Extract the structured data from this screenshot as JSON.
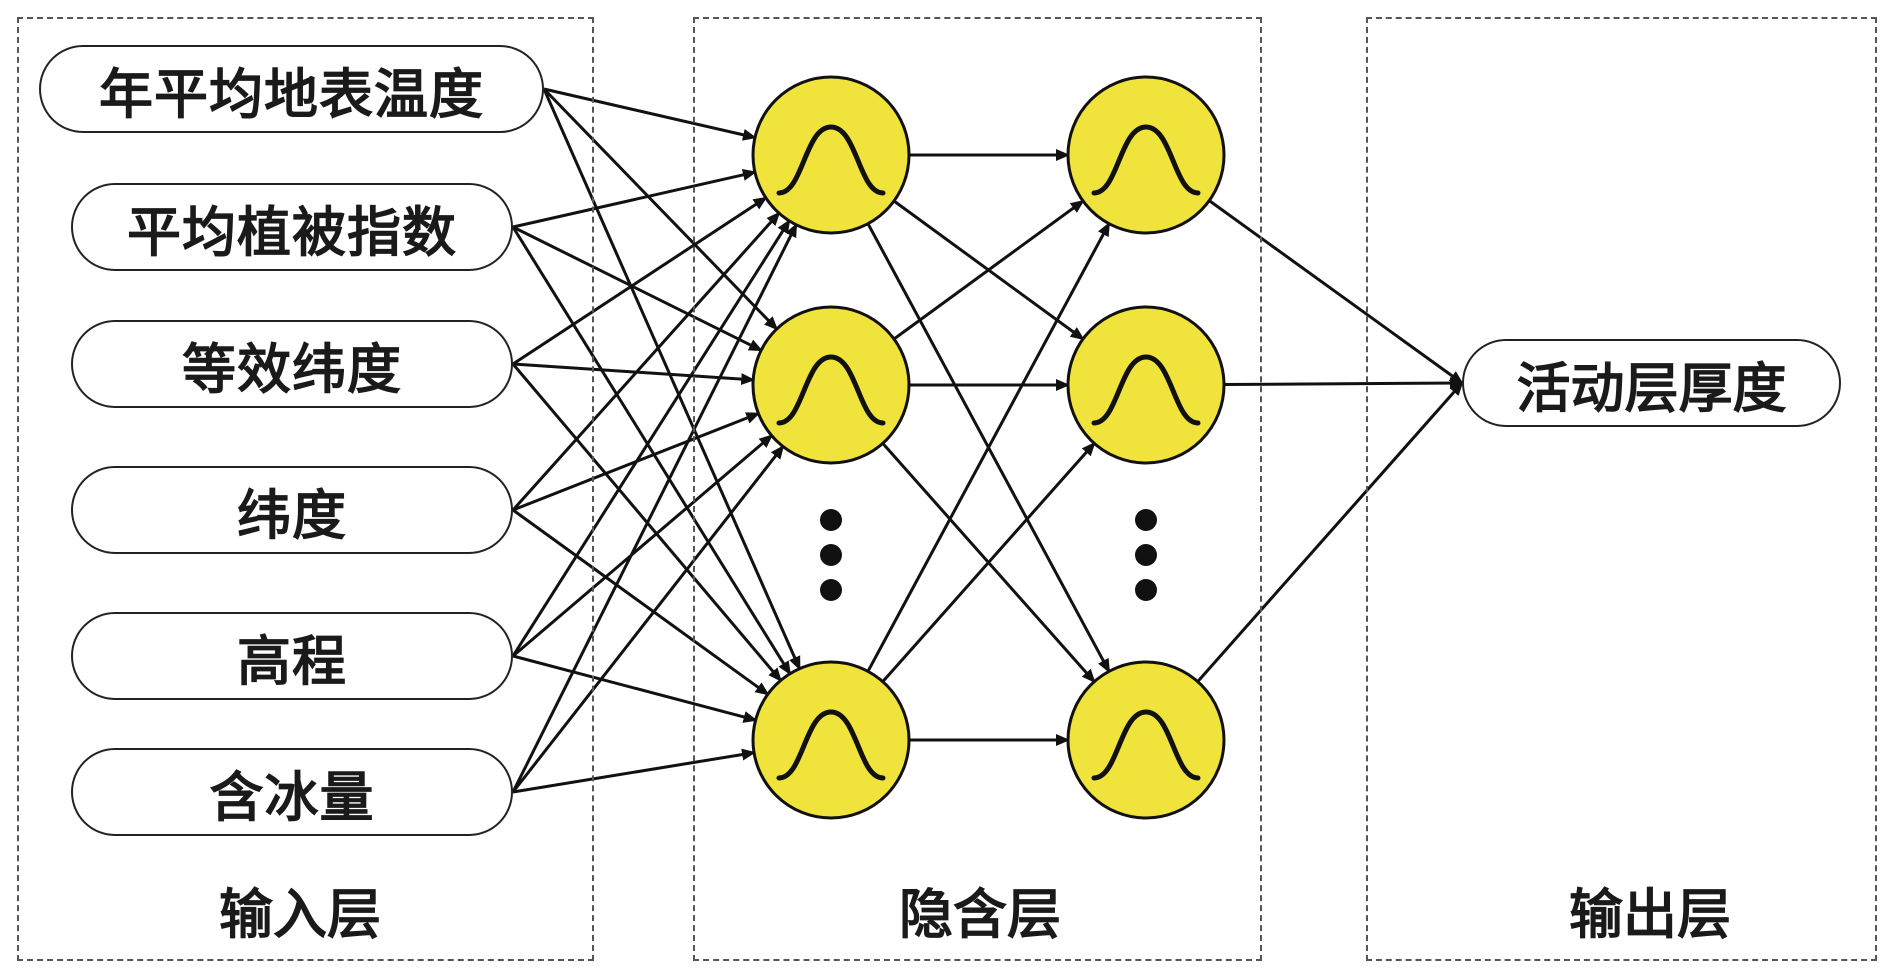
{
  "input_layer": {
    "label": "输入层",
    "inputs": [
      "年平均地表温度",
      "平均植被指数",
      "等效纬度",
      "纬度",
      "高程",
      "含冰量"
    ]
  },
  "hidden_layer": {
    "label": "隐含层",
    "columns": 2,
    "visible_nodes_per_column": 3,
    "node_color": "#f0e43c",
    "node_icon": "gaussian-curve-icon"
  },
  "output_layer": {
    "label": "输出层",
    "output": "活动层厚度"
  }
}
